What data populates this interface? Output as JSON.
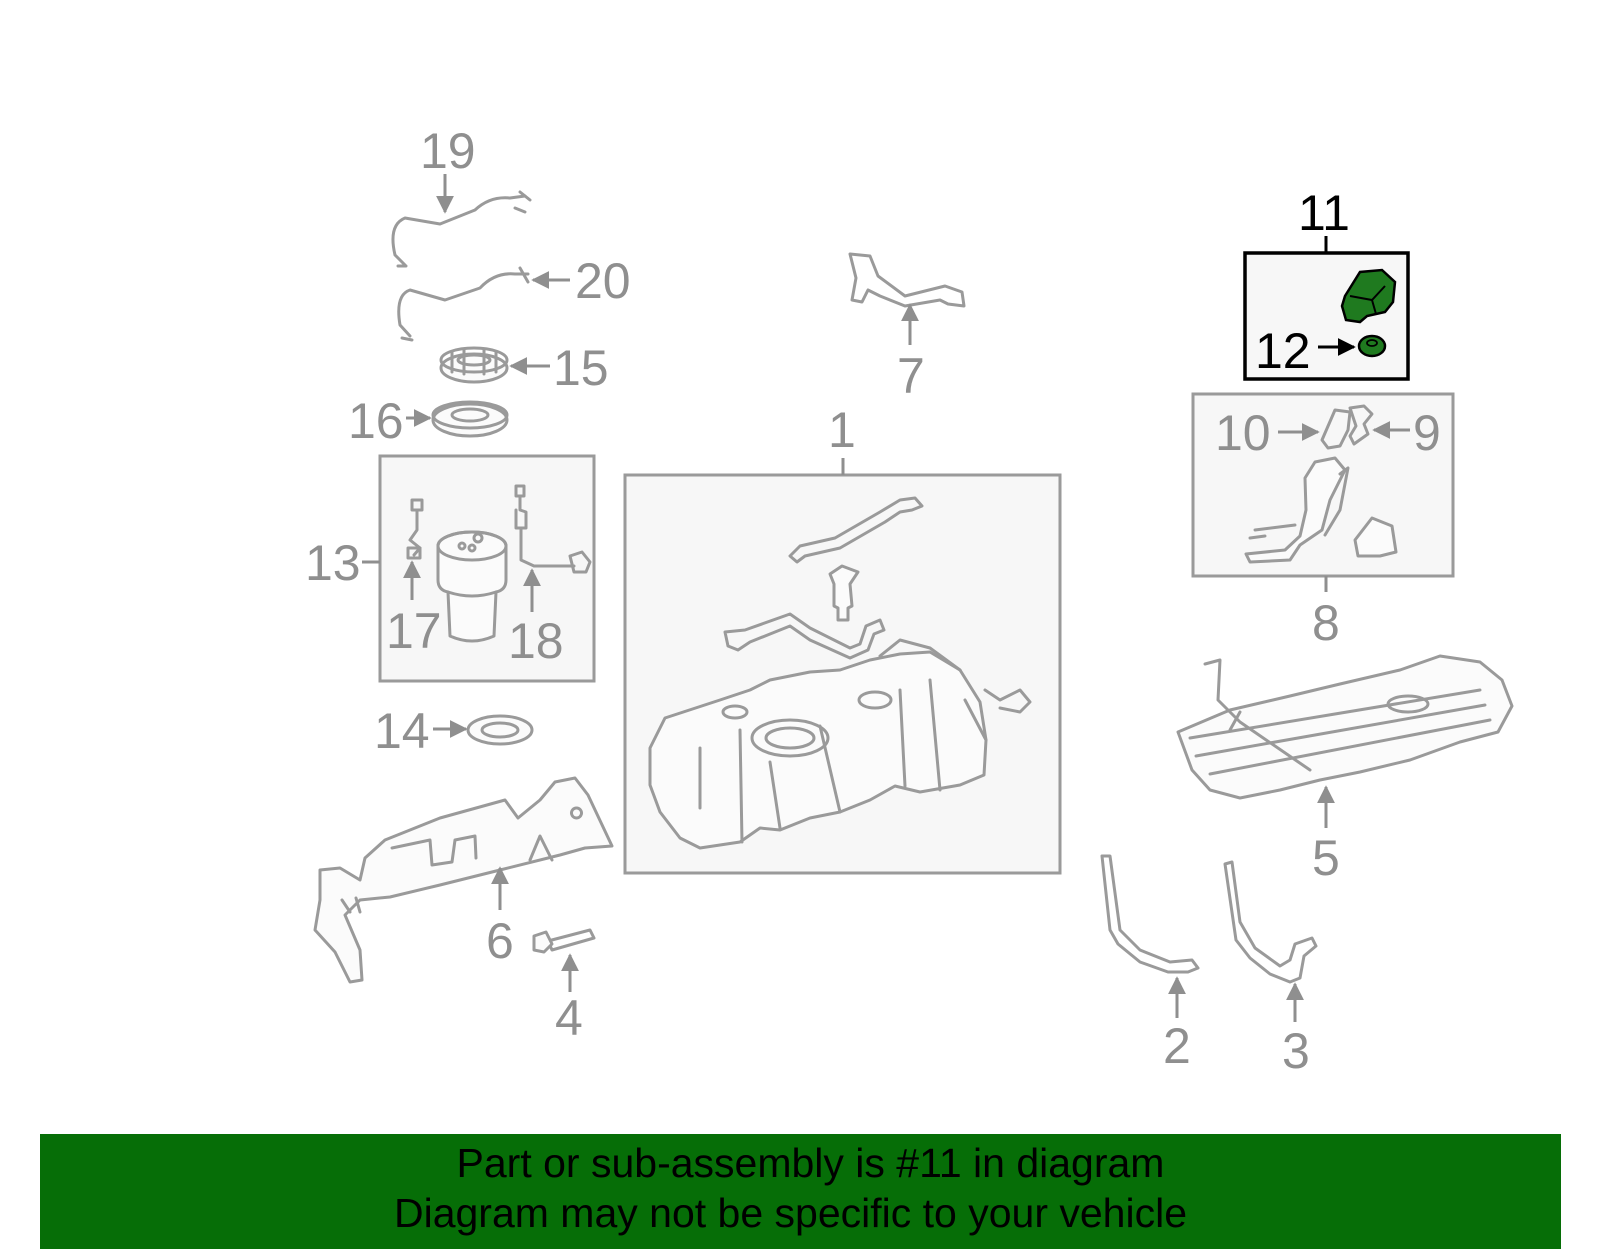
{
  "callouts": {
    "c1": "1",
    "c2": "2",
    "c3": "3",
    "c4": "4",
    "c5": "5",
    "c6": "6",
    "c7": "7",
    "c8": "8",
    "c9": "9",
    "c10": "10",
    "c11": "11",
    "c12": "12",
    "c13": "13",
    "c14": "14",
    "c15": "15",
    "c16": "16",
    "c17": "17",
    "c18": "18",
    "c19": "19",
    "c20": "20"
  },
  "highlight_callout": "11",
  "colors": {
    "banner_background": "#066e07",
    "highlighted_part": "#1f7a1f",
    "part_outline": "#9a9a9a",
    "callout_text": "#8f8f8f",
    "highlight_text": "#000000"
  },
  "banner": {
    "line1": "Part or sub-assembly is #11 in diagram",
    "line2": "Diagram may not be specific to your vehicle"
  }
}
